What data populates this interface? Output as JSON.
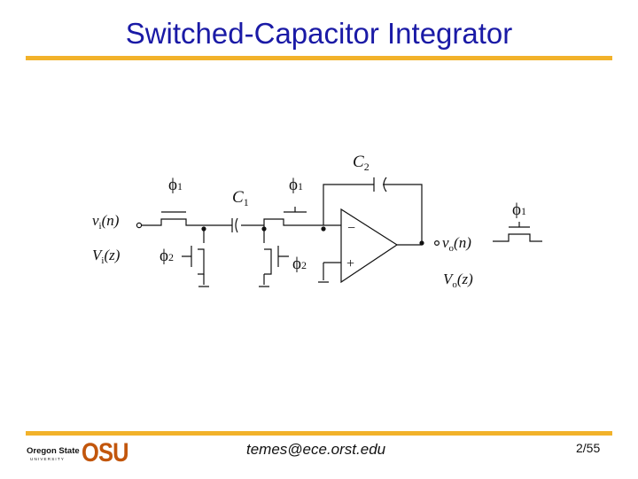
{
  "slide": {
    "title": "Switched-Capacitor Integrator",
    "email": "temes@ece.orst.edu",
    "page": "2/55"
  },
  "logo": {
    "name": "Oregon State",
    "sub": "UNIVERSITY",
    "mark": "OSU"
  },
  "diagram": {
    "input_time": "v",
    "input_time_sub": "i",
    "input_time_arg": "(n)",
    "input_z": "V",
    "input_z_sub": "i",
    "input_z_arg": "(z)",
    "output_time": "v",
    "output_time_sub": "o",
    "output_time_arg": "(n)",
    "output_z": "V",
    "output_z_sub": "o",
    "output_z_arg": "(z)",
    "c1": "C",
    "c1_sub": "1",
    "c2": "C",
    "c2_sub": "2",
    "phi": "ϕ",
    "phi1_sub": "1",
    "phi2_sub": "2",
    "minus": "−",
    "plus": "+"
  },
  "colors": {
    "title": "#1a1aa6",
    "rule": "#f2b22a",
    "osu": "#c2560c"
  }
}
